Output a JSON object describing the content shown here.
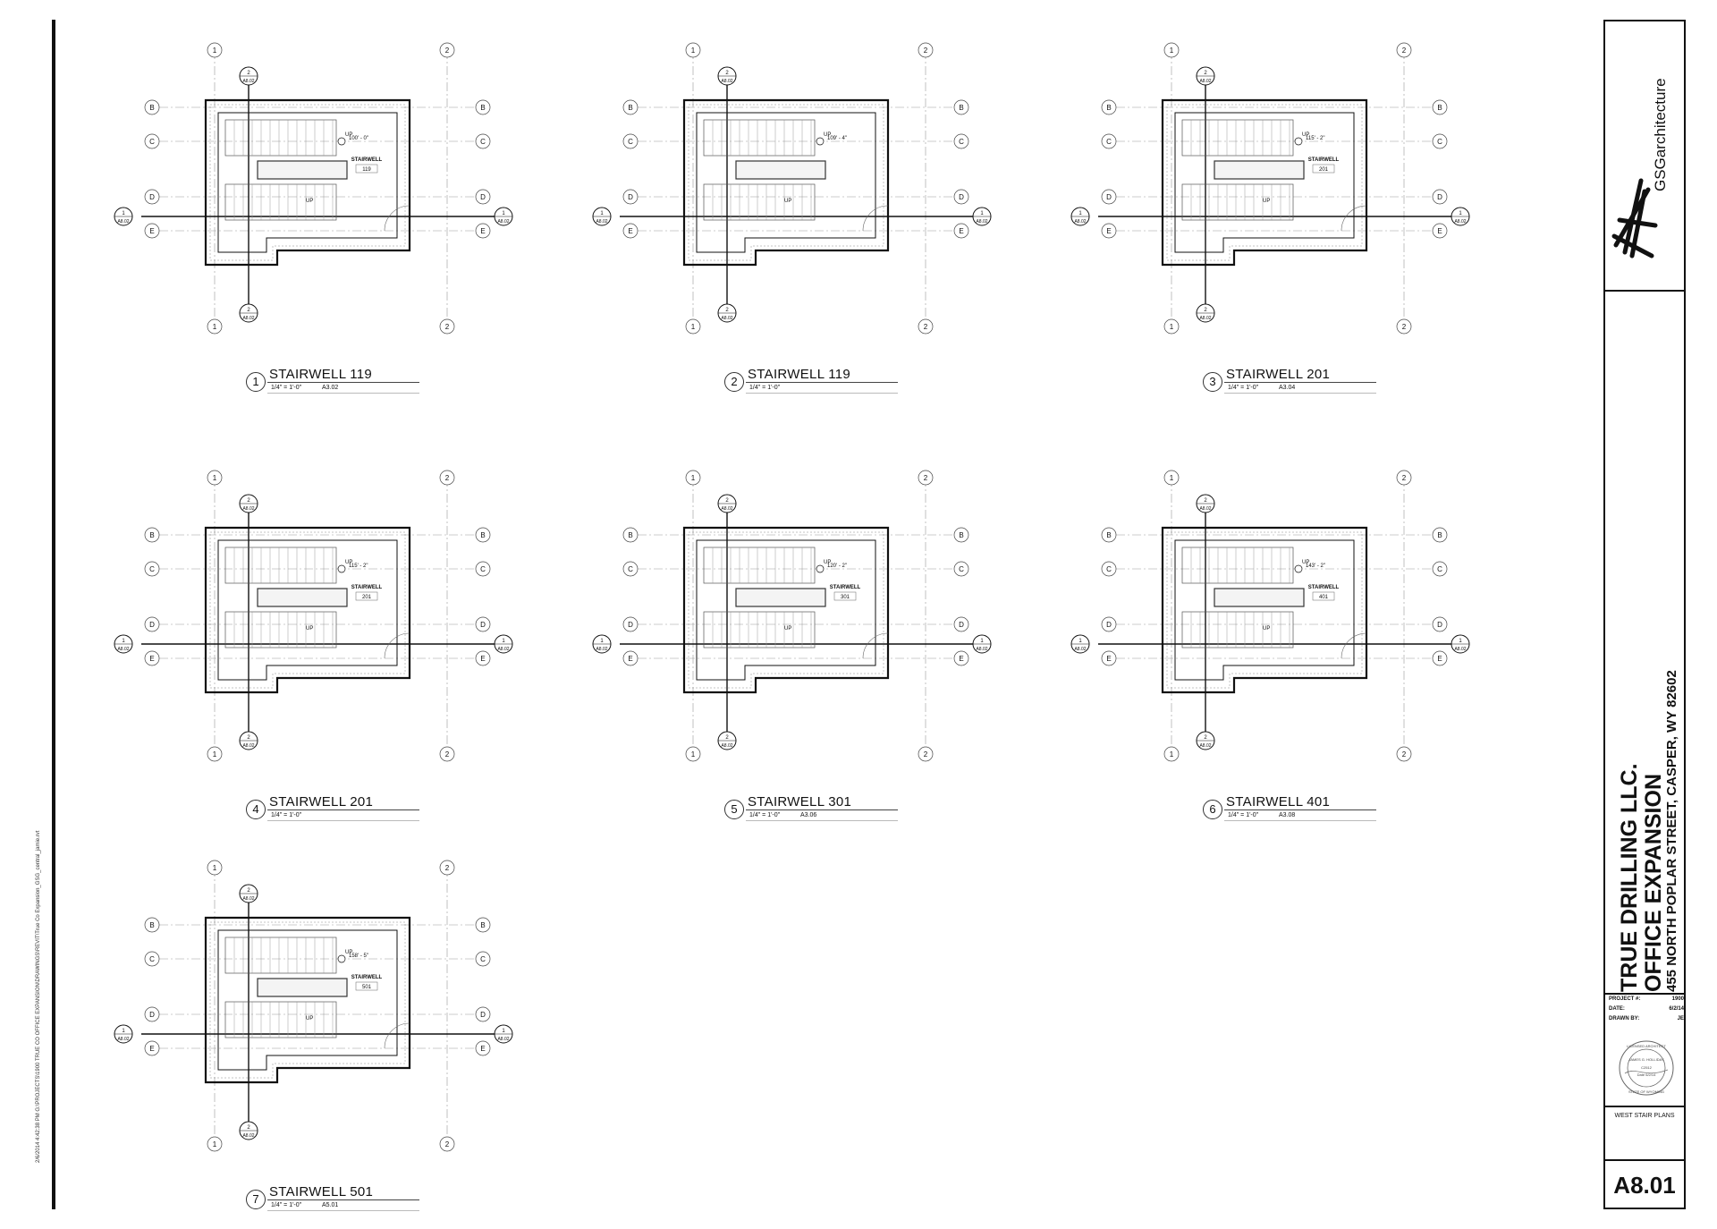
{
  "sheet_note": "2/6/2014 4:42:38 PM  G:\\PROJECTS\\1900 TRUE CO OFFICE EXPANSION\\DRAWINGS\\REVIT\\True Co Expansion_GSG_central_jamie.rvt",
  "plans": [
    {
      "num": "1",
      "title": "STAIRWELL 119",
      "scale": "1/4\" = 1'-0\"",
      "ref": "A3.02",
      "room_name": "STAIRWELL",
      "room_num": "119",
      "elevation": "100' - 0\""
    },
    {
      "num": "2",
      "title": "STAIRWELL 119",
      "scale": "1/4\" = 1'-0\"",
      "ref": "",
      "room_name": "",
      "room_num": "",
      "elevation": "109' - 4\""
    },
    {
      "num": "3",
      "title": "STAIRWELL 201",
      "scale": "1/4\" = 1'-0\"",
      "ref": "A3.04",
      "room_name": "STAIRWELL",
      "room_num": "201",
      "elevation": "115' - 2\""
    },
    {
      "num": "4",
      "title": "STAIRWELL 201",
      "scale": "1/4\" = 1'-0\"",
      "ref": "",
      "room_name": "STAIRWELL",
      "room_num": "201",
      "elevation": "115' - 2\""
    },
    {
      "num": "5",
      "title": "STAIRWELL 301",
      "scale": "1/4\" = 1'-0\"",
      "ref": "A3.06",
      "room_name": "STAIRWELL",
      "room_num": "301",
      "elevation": "120' - 2\""
    },
    {
      "num": "6",
      "title": "STAIRWELL 401",
      "scale": "1/4\" = 1'-0\"",
      "ref": "A3.08",
      "room_name": "STAIRWELL",
      "room_num": "401",
      "elevation": "143' - 2\""
    },
    {
      "num": "7",
      "title": "STAIRWELL 501",
      "scale": "1/4\" = 1'-0\"",
      "ref": "A5.01",
      "room_name": "STAIRWELL",
      "room_num": "501",
      "elevation": "158' - 5\""
    }
  ],
  "grid": {
    "cols": [
      "1",
      "2"
    ],
    "rows": [
      "B",
      "C",
      "D",
      "E"
    ],
    "section_ref": "A8.02",
    "section_num_h": "1",
    "section_num_v": "2",
    "up_label": "UP"
  },
  "title_block": {
    "brand": "GSGarchitecture",
    "client": "TRUE DRILLING LLC.",
    "project": "OFFICE EXPANSION",
    "address": "455 NORTH POPLAR STREET, CASPER, WY 82602",
    "project_no_label": "PROJECT #:",
    "project_no": "1900",
    "date_label": "DATE:",
    "date": "6/2/14",
    "drawn_by_label": "DRAWN BY:",
    "drawn_by": "JE",
    "seal": {
      "line1": "LICENSED ARCHITECT",
      "line2": "JAMES G. HOLLIDAY",
      "line3": "C2512",
      "line4": "STATE OF WYOMING",
      "date": "Date 6/2/14"
    },
    "sheet_name": "WEST STAIR PLANS",
    "sheet_number": "A8.01"
  }
}
